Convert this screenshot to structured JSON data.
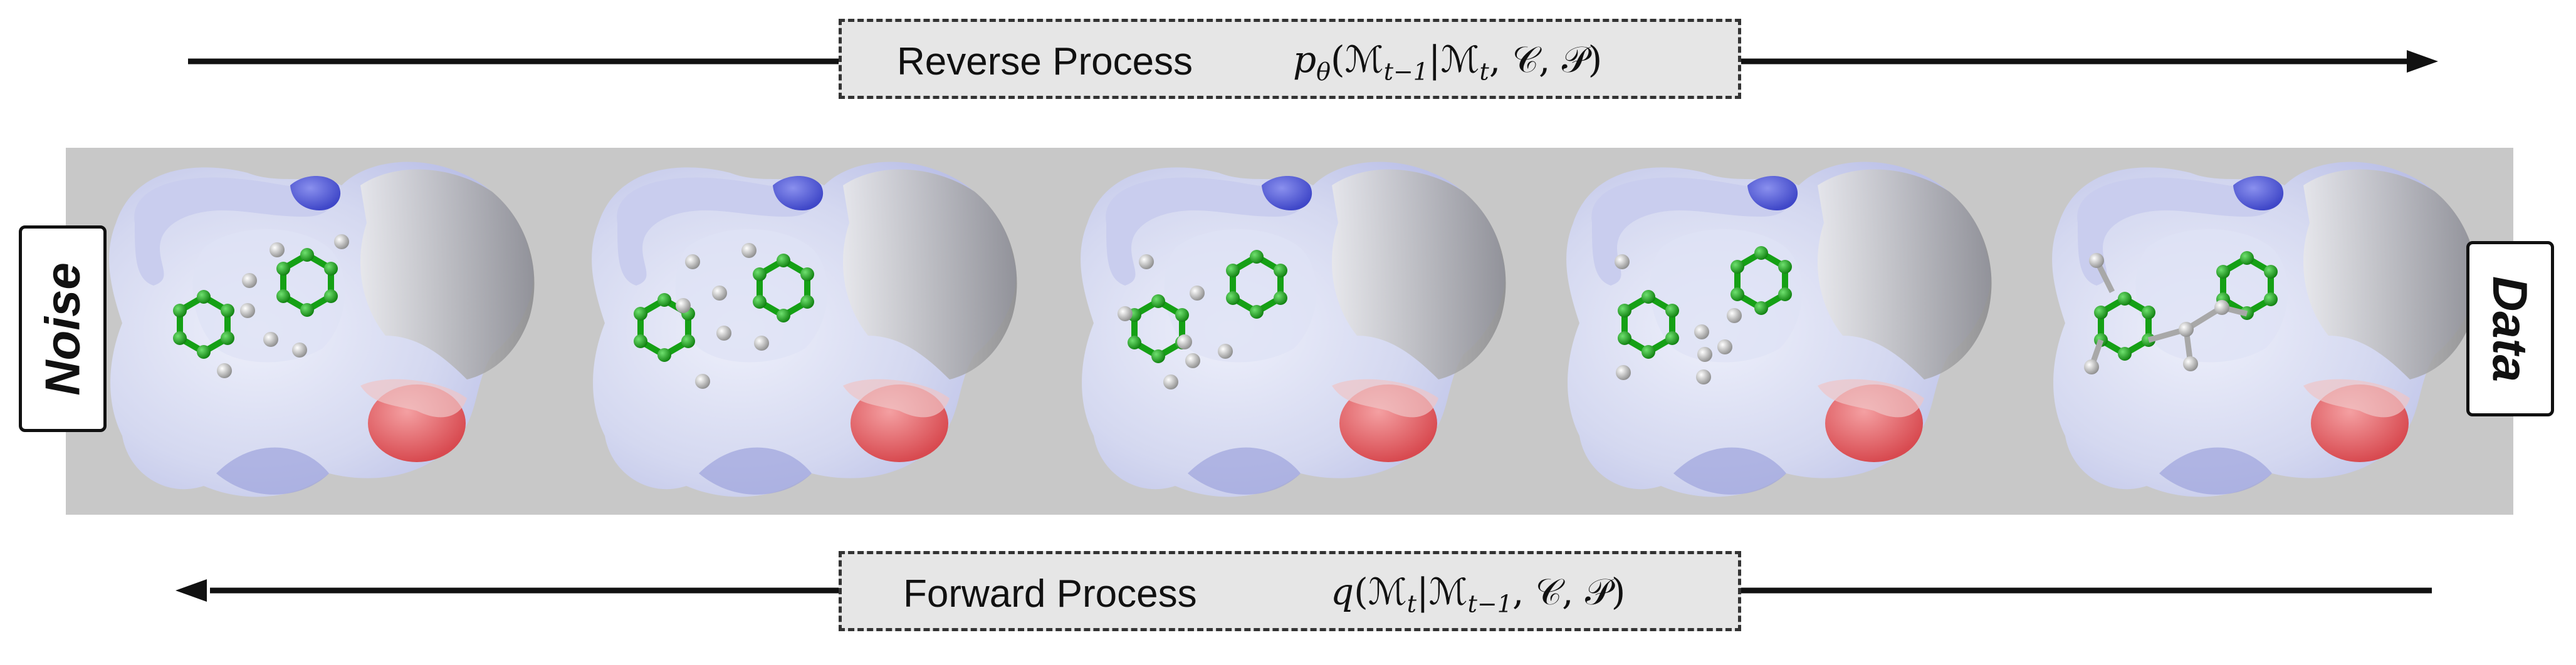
{
  "reverse": {
    "label": "Reverse Process",
    "formula_fn": "p",
    "formula_sub": "θ",
    "formula_body": "(ℳ",
    "formula_sub2": "t−1",
    "formula_mid": "|ℳ",
    "formula_sub3": "t",
    "formula_end": ", 𝒞, 𝒫)"
  },
  "forward": {
    "label": "Forward Process",
    "formula_fn": "q",
    "formula_body": "(ℳ",
    "formula_sub1": "t",
    "formula_mid": "|ℳ",
    "formula_sub2": "t−1",
    "formula_end": ", 𝒞, 𝒫)"
  },
  "noise_label": "Noise",
  "data_label": "Data",
  "colors": {
    "panel_bg": "#c8c8c8",
    "pocket_surface": "#d9dcf0",
    "pocket_blue": "#4d55d6",
    "pocket_red": "#e0595e",
    "ring_atoms": "#18a318",
    "free_atoms": "#b0b0b0"
  }
}
